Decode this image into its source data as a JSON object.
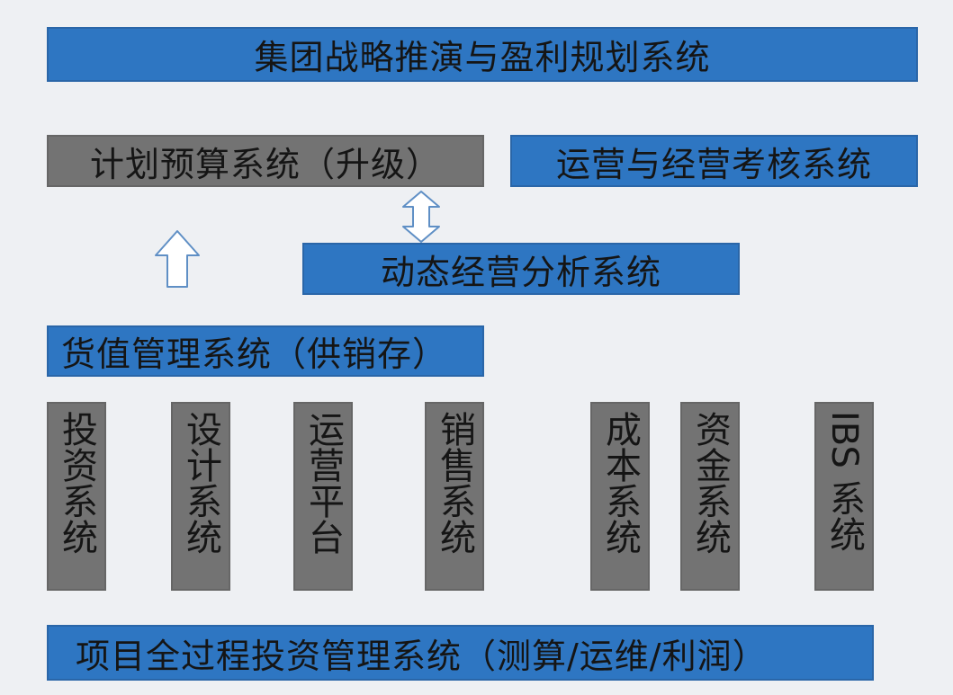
{
  "top_system": "集团战略推演与盈利规划系统",
  "planning_system": "计划预算系统（升级）",
  "operations_system": "运营与经营考核系统",
  "analysis_system": "动态经营分析系统",
  "inventory_system": "货值管理系统（供销存）",
  "modules": [
    {
      "label": "投资系统"
    },
    {
      "label": "设计系统"
    },
    {
      "label": "运营平台"
    },
    {
      "label": "销售系统"
    },
    {
      "label": "成本系统"
    },
    {
      "label": "资金系统"
    },
    {
      "label": "IBS 系统"
    }
  ],
  "bottom_system": "项目全过程投资管理系统（测算/运维/利润）",
  "colors": {
    "blue": "#2e76c2",
    "gray": "#737373",
    "background": "#eef0f3",
    "text": "#151515",
    "arrow_fill": "#ffffff",
    "arrow_stroke": "#5f8fc5"
  }
}
